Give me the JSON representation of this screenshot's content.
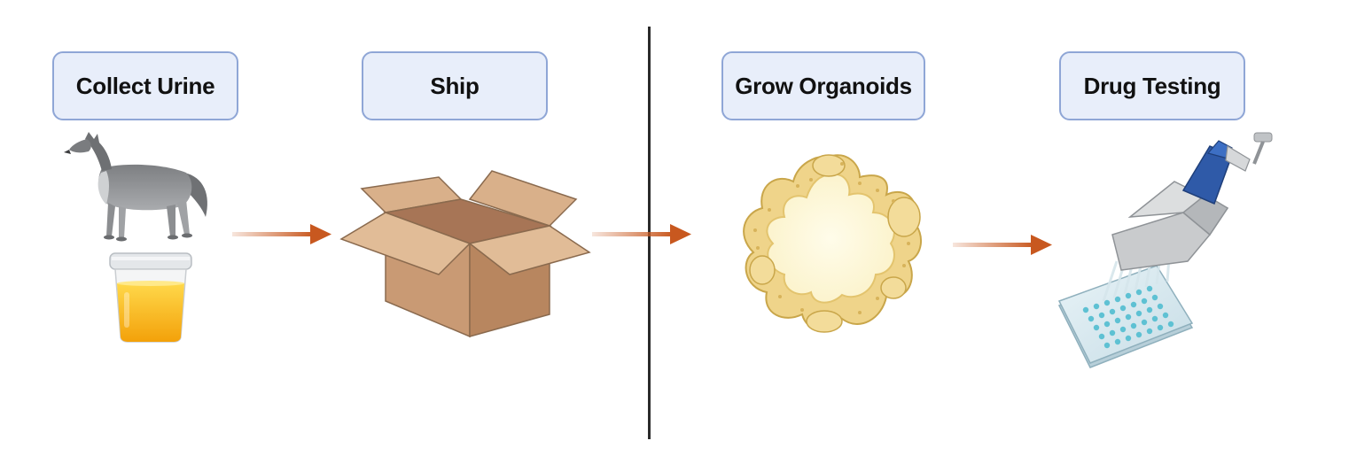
{
  "steps": [
    {
      "label": "Collect Urine"
    },
    {
      "label": "Ship"
    },
    {
      "label": "Grow Organoids"
    },
    {
      "label": "Drug Testing"
    }
  ],
  "colors": {
    "box_fill": "#e8eefa",
    "box_border": "#8fa6d6",
    "arrow": "#c8581f",
    "divider": "#2a2a2a"
  }
}
